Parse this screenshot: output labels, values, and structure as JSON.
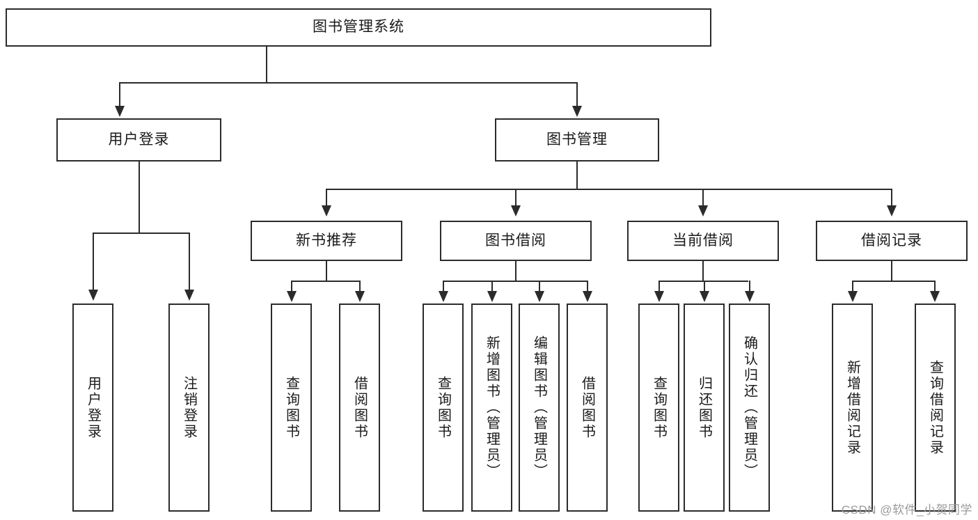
{
  "diagram": {
    "type": "tree",
    "title": "图书管理系统",
    "watermark": "CSDN @软件_小贺同学",
    "colors": {
      "stroke": "#2b2b2b",
      "fill": "#ffffff",
      "text": "#1a1a1a",
      "watermark": "#9a9a9a"
    },
    "levels": [
      {
        "level": 1,
        "nodes": [
          {
            "id": "root",
            "label": "图书管理系统",
            "orientation": "horizontal"
          }
        ]
      },
      {
        "level": 2,
        "nodes": [
          {
            "id": "user-login",
            "label": "用户登录",
            "orientation": "horizontal",
            "parent": "root"
          },
          {
            "id": "book-manage",
            "label": "图书管理",
            "orientation": "horizontal",
            "parent": "root"
          }
        ]
      },
      {
        "level": 3,
        "nodes": [
          {
            "id": "new-book-rec",
            "label": "新书推荐",
            "orientation": "horizontal",
            "parent": "book-manage"
          },
          {
            "id": "book-borrow",
            "label": "图书借阅",
            "orientation": "horizontal",
            "parent": "book-manage"
          },
          {
            "id": "current-borrow",
            "label": "当前借阅",
            "orientation": "horizontal",
            "parent": "book-manage"
          },
          {
            "id": "borrow-record",
            "label": "借阅记录",
            "orientation": "horizontal",
            "parent": "book-manage"
          }
        ]
      },
      {
        "level": 4,
        "nodes": [
          {
            "id": "leaf-user-login",
            "label": "用户登录",
            "orientation": "vertical",
            "parent": "user-login"
          },
          {
            "id": "leaf-logout",
            "label": "注销登录",
            "orientation": "vertical",
            "parent": "user-login"
          },
          {
            "id": "leaf-query-book-1",
            "label": "查询图书",
            "orientation": "vertical",
            "parent": "new-book-rec"
          },
          {
            "id": "leaf-borrow-book-1",
            "label": "借阅图书",
            "orientation": "vertical",
            "parent": "new-book-rec"
          },
          {
            "id": "leaf-query-book-2",
            "label": "查询图书",
            "orientation": "vertical",
            "parent": "book-borrow"
          },
          {
            "id": "leaf-add-book",
            "label": "新增图书（管理员）",
            "orientation": "vertical",
            "parent": "book-borrow"
          },
          {
            "id": "leaf-edit-book",
            "label": "编辑图书（管理员）",
            "orientation": "vertical",
            "parent": "book-borrow"
          },
          {
            "id": "leaf-borrow-book-2",
            "label": "借阅图书",
            "orientation": "vertical",
            "parent": "book-borrow"
          },
          {
            "id": "leaf-query-book-3",
            "label": "查询图书",
            "orientation": "vertical",
            "parent": "current-borrow"
          },
          {
            "id": "leaf-return-book",
            "label": "归还图书",
            "orientation": "vertical",
            "parent": "current-borrow"
          },
          {
            "id": "leaf-confirm-return",
            "label": "确认归还（管理员）",
            "orientation": "vertical",
            "parent": "current-borrow"
          },
          {
            "id": "leaf-add-record",
            "label": "新增借阅记录",
            "orientation": "vertical",
            "parent": "borrow-record"
          },
          {
            "id": "leaf-query-record",
            "label": "查询借阅记录",
            "orientation": "vertical",
            "parent": "borrow-record"
          }
        ]
      }
    ]
  }
}
